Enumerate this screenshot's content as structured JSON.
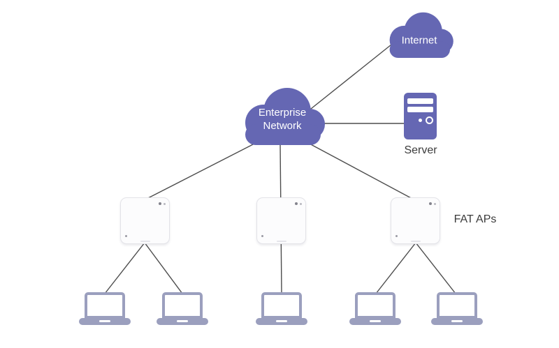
{
  "diagram": {
    "nodes": {
      "internet": {
        "label": "Internet",
        "type": "cloud"
      },
      "enterprise_network": {
        "label_line1": "Enterprise",
        "label_line2": "Network",
        "type": "cloud"
      },
      "server": {
        "label": "Server",
        "type": "server"
      },
      "fat_aps": {
        "label": "FAT APs",
        "type": "access-point",
        "count": 3
      },
      "laptops": {
        "type": "client",
        "count": 5
      }
    },
    "edges": [
      {
        "from": "enterprise_network",
        "to": "internet"
      },
      {
        "from": "enterprise_network",
        "to": "server"
      },
      {
        "from": "enterprise_network",
        "to": "ap-1"
      },
      {
        "from": "enterprise_network",
        "to": "ap-2"
      },
      {
        "from": "enterprise_network",
        "to": "ap-3"
      },
      {
        "from": "ap-1",
        "to": "laptop-1"
      },
      {
        "from": "ap-1",
        "to": "laptop-2"
      },
      {
        "from": "ap-2",
        "to": "laptop-3"
      },
      {
        "from": "ap-3",
        "to": "laptop-4"
      },
      {
        "from": "ap-3",
        "to": "laptop-5"
      }
    ],
    "colors": {
      "accent": "#6567b3",
      "device": "#9b9fbe",
      "line": "#4d4d4d",
      "label_text": "#3b3b3b",
      "ap_fill": "#fcfcfd",
      "ap_border": "#e3e3e8"
    }
  }
}
